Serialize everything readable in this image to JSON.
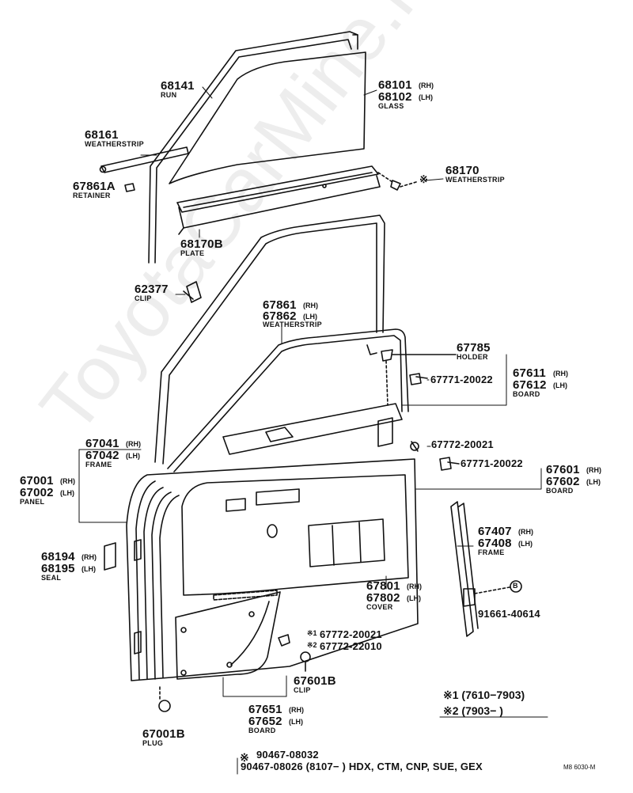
{
  "watermark": "ToyotaCarMine.ru",
  "diagram_code": "M8 6030-M",
  "colors": {
    "line": "#111111",
    "background": "#ffffff",
    "watermark": "#d8d8d8"
  },
  "parts": {
    "run": {
      "number": "68141",
      "name": "RUN"
    },
    "glass": {
      "number_rh": "68101",
      "side_rh": "(RH)",
      "number_lh": "68102",
      "side_lh": "(LH)",
      "name": "GLASS"
    },
    "weatherstrip_a": {
      "number": "68161",
      "name": "WEATHERSTRIP"
    },
    "retainer": {
      "number": "67861A",
      "name": "RETAINER"
    },
    "weatherstrip_b": {
      "number": "68170",
      "name": "WEATHERSTRIP"
    },
    "plate": {
      "number": "68170B",
      "name": "PLATE"
    },
    "clip_a": {
      "number": "62377",
      "name": "CLIP"
    },
    "weatherstrip_c": {
      "number_rh": "67861",
      "side_rh": "(RH)",
      "number_lh": "67862",
      "side_lh": "(LH)",
      "name": "WEATHERSTRIP"
    },
    "holder": {
      "number": "67785",
      "name": "HOLDER"
    },
    "clip_67771_a": {
      "number": "67771-20022"
    },
    "board_a": {
      "number_rh": "67611",
      "side_rh": "(RH)",
      "number_lh": "67612",
      "side_lh": "(LH)",
      "name": "BOARD"
    },
    "clip_67772": {
      "number": "67772-20021"
    },
    "clip_67771_b": {
      "number": "67771-20022"
    },
    "board_b": {
      "number_rh": "67601",
      "side_rh": "(RH)",
      "number_lh": "67602",
      "side_lh": "(LH)",
      "name": "BOARD"
    },
    "frame_a": {
      "number_rh": "67041",
      "side_rh": "(RH)",
      "number_lh": "67042",
      "side_lh": "(LH)",
      "name": "FRAME"
    },
    "panel": {
      "number_rh": "67001",
      "side_rh": "(RH)",
      "number_lh": "67002",
      "side_lh": "(LH)",
      "name": "PANEL"
    },
    "frame_b": {
      "number_rh": "67407",
      "side_rh": "(RH)",
      "number_lh": "67408",
      "side_lh": "(LH)",
      "name": "FRAME"
    },
    "seal": {
      "number_rh": "68194",
      "side_rh": "(RH)",
      "number_lh": "68195",
      "side_lh": "(LH)",
      "name": "SEAL"
    },
    "cover": {
      "number_rh": "67801",
      "side_rh": "(RH)",
      "number_lh": "67802",
      "side_lh": "(LH)",
      "name": "COVER"
    },
    "bolt": {
      "number": "91661-40614",
      "marker": "B"
    },
    "screws": {
      "mark1": "※1",
      "number1": "67772-20021",
      "mark2": "※2",
      "number2": "67772-22010"
    },
    "clip_b": {
      "number": "67601B",
      "name": "CLIP"
    },
    "board_c": {
      "number_rh": "67651",
      "side_rh": "(RH)",
      "number_lh": "67652",
      "side_lh": "(LH)",
      "name": "BOARD"
    },
    "plug": {
      "number": "67001B",
      "name": "PLUG"
    }
  },
  "footnotes": {
    "note1": "※1 (7610−7903)",
    "note2": "※2 (7903−        )"
  },
  "bottom_note": {
    "mark": "※",
    "line1": "90467-08032",
    "line2": "90467-08026 (8107−          ) HDX, CTM, CNP, SUE, GEX"
  }
}
